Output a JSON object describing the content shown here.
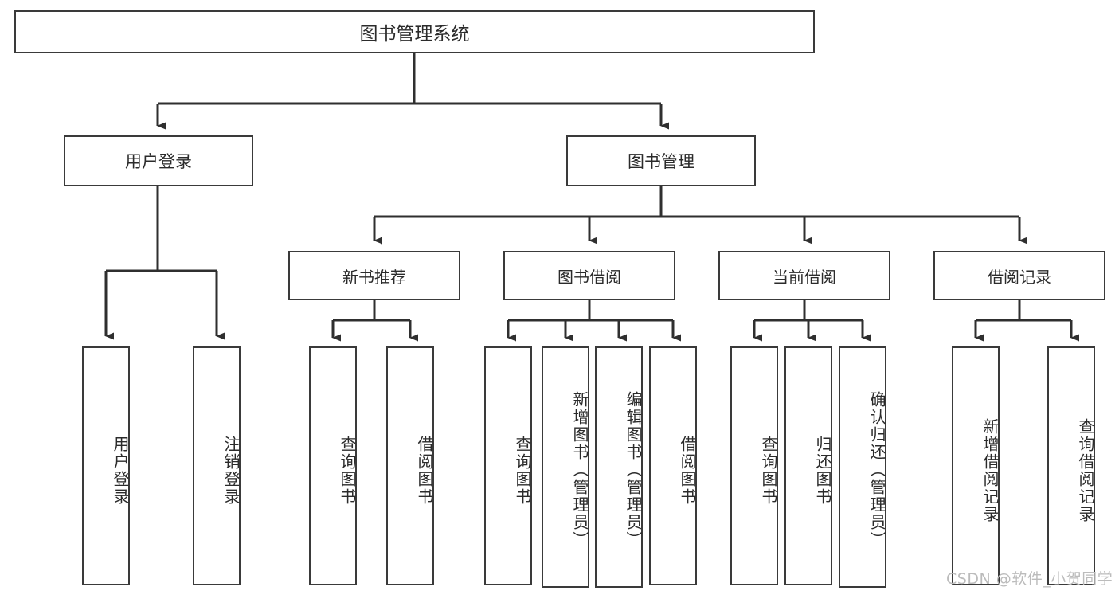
{
  "diagram": {
    "title": "图书管理系统",
    "type": "tree-hierarchy",
    "watermark": "CSDN @软件_小贺同学",
    "colors": {
      "box_border": "#3a3a3a",
      "box_fill": "#ffffff",
      "text": "#2b2b2b",
      "link": "#2f2f2f",
      "watermark": "#bcbcbc"
    },
    "root": {
      "label": "图书管理系统"
    },
    "level2": [
      {
        "label": "用户登录"
      },
      {
        "label": "图书管理"
      }
    ],
    "level3": [
      {
        "label": "新书推荐"
      },
      {
        "label": "图书借阅"
      },
      {
        "label": "当前借阅"
      },
      {
        "label": "借阅记录"
      }
    ],
    "leaves": {
      "user_login": [
        {
          "label": "用户登录"
        },
        {
          "label": "注销登录"
        }
      ],
      "new_book_recommend": [
        {
          "label": "查询图书"
        },
        {
          "label": "借阅图书"
        }
      ],
      "book_borrow": [
        {
          "label": "查询图书"
        },
        {
          "label": "新增图书（管理员）"
        },
        {
          "label": "编辑图书（管理员）"
        },
        {
          "label": "借阅图书"
        }
      ],
      "current_borrow": [
        {
          "label": "查询图书"
        },
        {
          "label": "归还图书"
        },
        {
          "label": "确认归还（管理员）"
        }
      ],
      "borrow_record": [
        {
          "label": "新增借阅记录"
        },
        {
          "label": "查询借阅记录"
        }
      ]
    }
  }
}
